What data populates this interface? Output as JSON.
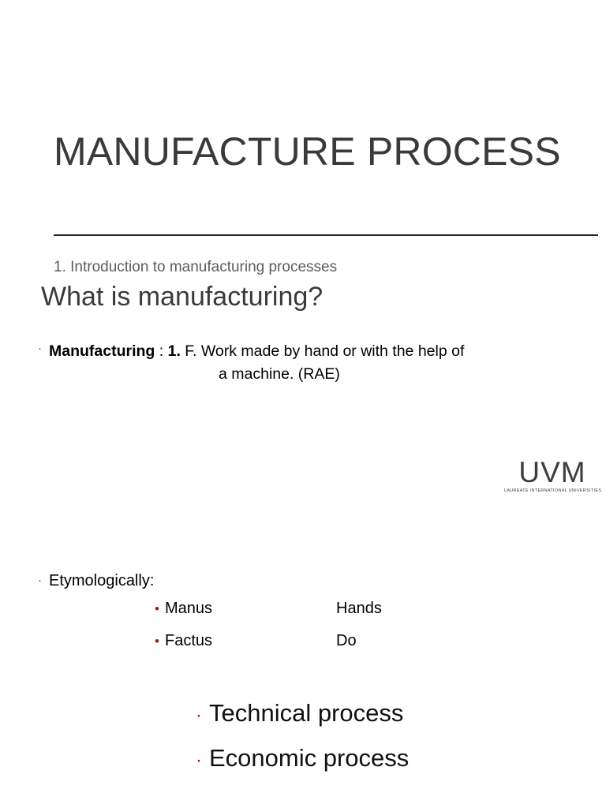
{
  "slide": {
    "title": "MANUFACTURE PROCESS",
    "section_label": "1. Introduction to manufacturing processes",
    "section_heading": "What is manufacturing?",
    "accent_color": "#9e1b1b",
    "title_color": "#3a3a3a",
    "rule_color": "#262626",
    "background": "#ffffff"
  },
  "definition": {
    "bullet": "·",
    "term": "Manufacturing",
    "separator": " : ",
    "sense_number": "1.",
    "line1_rest": " F. Work made by hand or with the help of",
    "line2": "a machine. (RAE)"
  },
  "logo": {
    "mark": "UVM",
    "tagline": "LAUREATE INTERNATIONAL UNIVERSITIES"
  },
  "etymology": {
    "bullet": "·",
    "heading": "Etymologically:",
    "sub_bullet": "•",
    "rows": [
      {
        "term": "Manus",
        "meaning": "Hands"
      },
      {
        "term": "Factus",
        "meaning": "Do"
      }
    ]
  },
  "processes": {
    "bullet": "·",
    "items": [
      {
        "label": "Technical process"
      },
      {
        "label": "Economic process"
      }
    ]
  }
}
